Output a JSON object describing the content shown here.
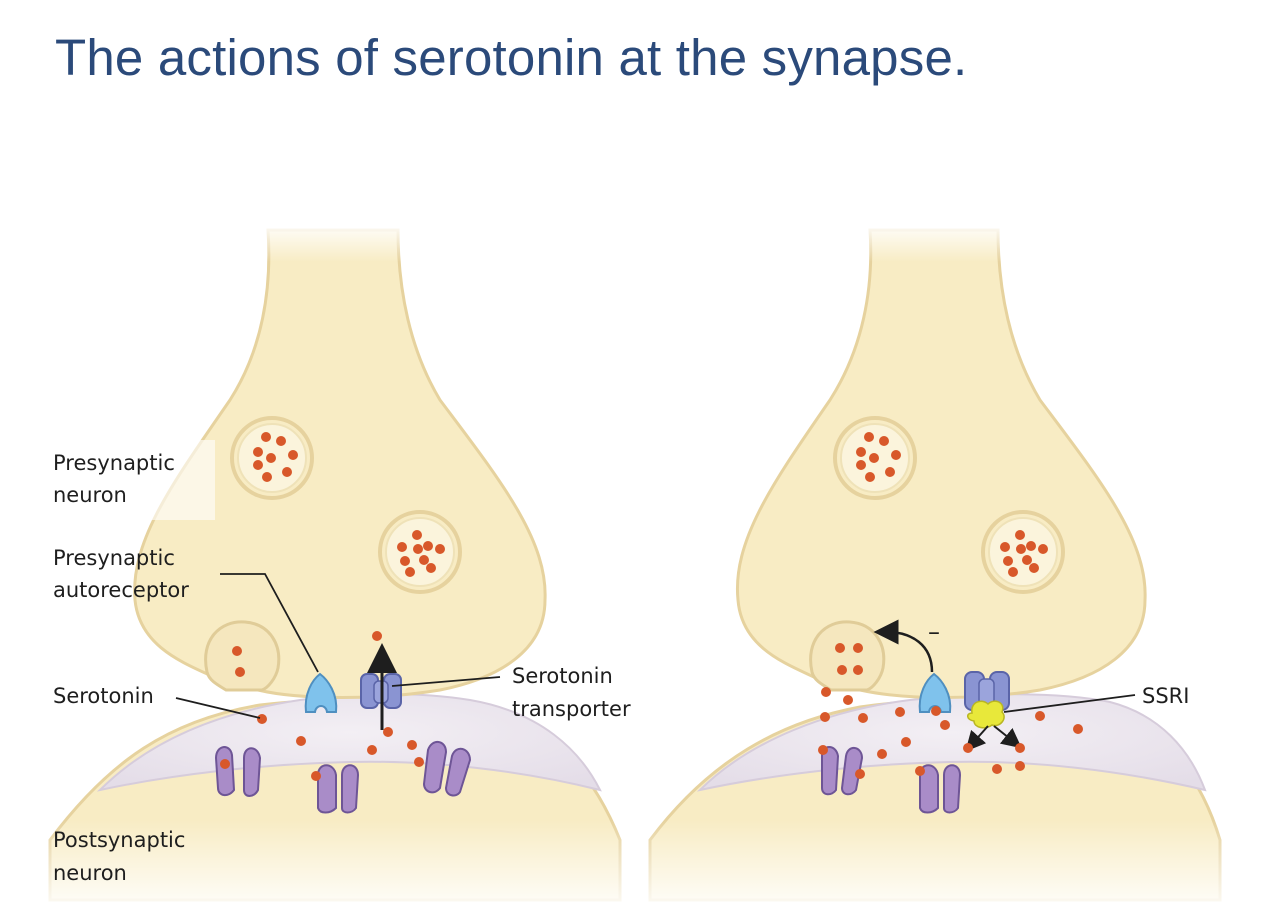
{
  "title": "The actions of serotonin at the synapse.",
  "labels": {
    "presynaptic_neuron": [
      "Presynaptic",
      "neuron"
    ],
    "presynaptic_autoreceptor": [
      "Presynaptic",
      "autoreceptor"
    ],
    "serotonin": "Serotonin",
    "serotonin_transporter": [
      "Serotonin",
      "transporter"
    ],
    "postsynaptic_neuron": [
      "Postsynaptic",
      "neuron"
    ],
    "ssri": "SSRI",
    "inhibition_sign": "–"
  },
  "colors": {
    "title": "#2b4a7a",
    "neuron_fill": "#f8ecc4",
    "neuron_edge": "#e6d29e",
    "cleft": "#ece6ee",
    "serotonin_dot": "#d8582a",
    "autoreceptor": "#7fc2ec",
    "transporter": "#8a94d2",
    "postsynaptic_receptor": "#a98cc8",
    "ssri": "#e8e83a"
  }
}
